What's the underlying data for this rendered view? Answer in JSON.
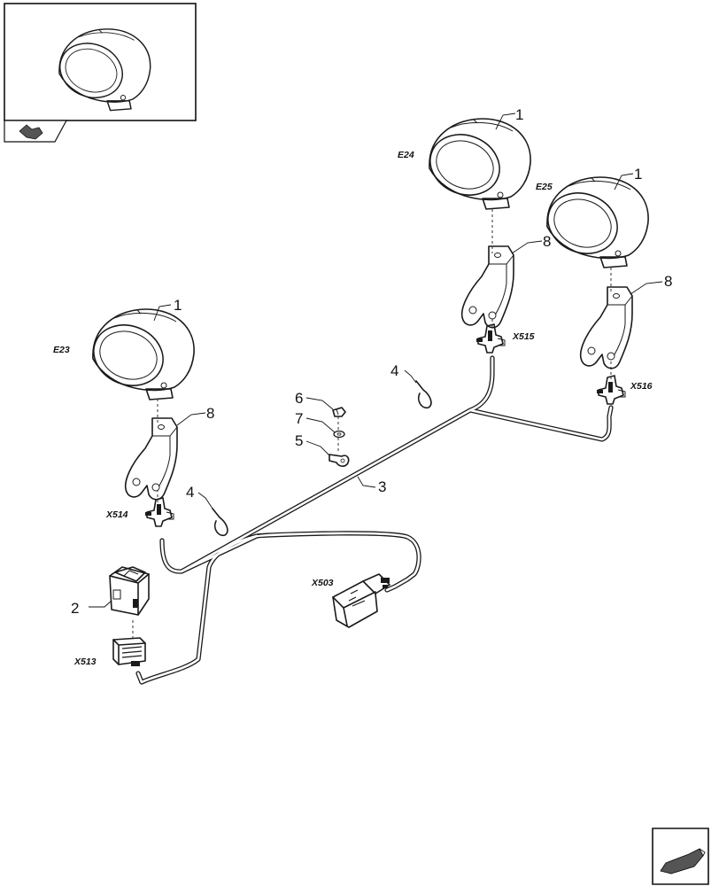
{
  "callouts": {
    "lamp_e24": "1",
    "lamp_e25": "1",
    "lamp_e23": "1",
    "switch": "2",
    "harness": "3",
    "tie_upper": "4",
    "tie_lower": "4",
    "clip": "5",
    "nut": "6",
    "washer": "7",
    "bracket_e24": "8",
    "bracket_e25": "8",
    "bracket_e23": "8"
  },
  "codes": {
    "e24": "E24",
    "e25": "E25",
    "e23": "E23",
    "x515": "X515",
    "x516": "X516",
    "x514": "X514",
    "x503": "X503",
    "x513": "X513"
  },
  "icons": {
    "thumbnail": "work-lamp-thumbnail",
    "prev_nav": "previous-page-arrow-icon",
    "next_nav": "next-page-arrow-icon"
  }
}
